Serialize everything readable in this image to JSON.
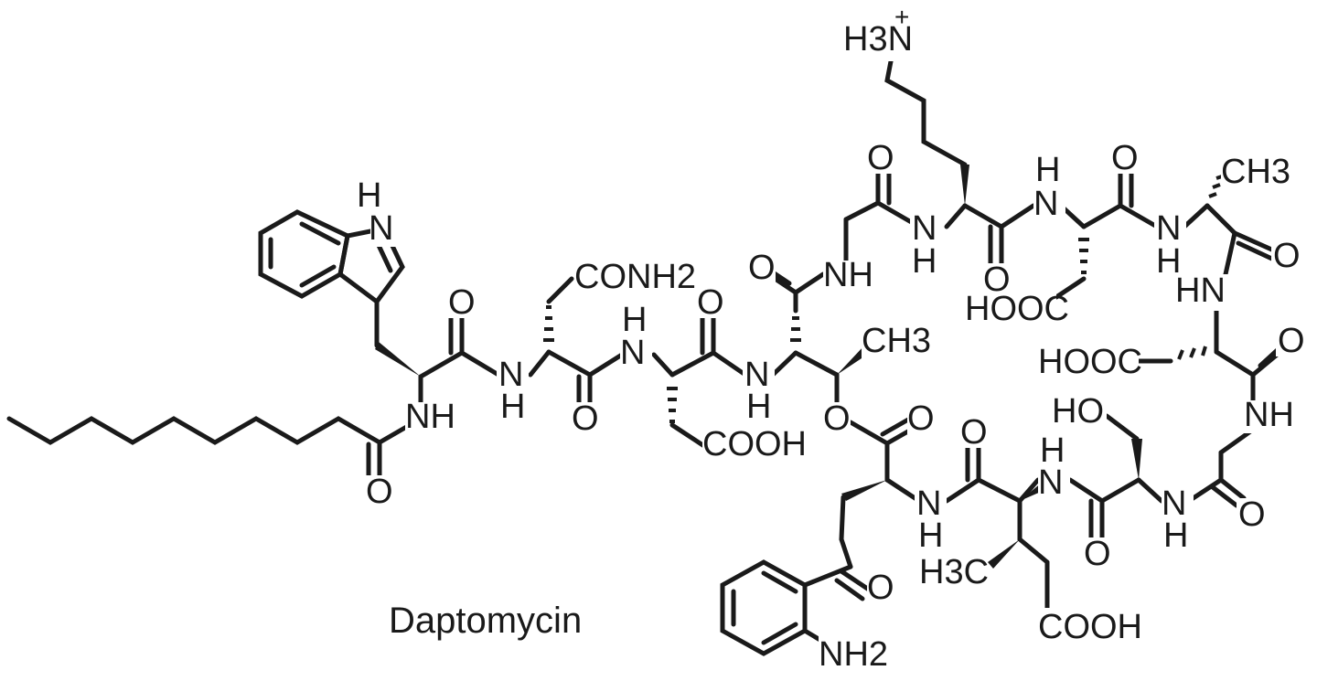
{
  "molecule": {
    "caption": "Daptomycin"
  },
  "labels": {
    "h3n": "H3N",
    "plus": "+",
    "indole_h": "H",
    "indole_n": "N",
    "conh2": "CONH2",
    "o1": "O",
    "o2": "O",
    "o3": "O",
    "o4": "O",
    "o5": "O",
    "o6": "O",
    "o7": "O",
    "o8": "O",
    "o9": "O",
    "o10": "O",
    "o11": "O",
    "o12": "O",
    "o13": "O",
    "o14": "O",
    "o15": "O",
    "nh_gly": "NH",
    "nh_orn_h": "N",
    "nh_orn_h2": "H",
    "nh_asp2_h": "H",
    "nh_asp2_n": "N",
    "nh_ala_h": "N",
    "nh_ala_h2": "H",
    "ch3_ala": "CH3",
    "hn_asp3": "HN",
    "hooc_1": "HOOC",
    "hooc_2": "HOOC",
    "nh_gly2": "NH",
    "ho_ser": "HO",
    "n_ser": "N",
    "h_ser": "H",
    "n_dser": "N",
    "h_dser": "H",
    "n_kyn_h": "N",
    "h_kyn_h": "H",
    "nh_trp": "NH",
    "nh_asn_n": "N",
    "nh_asn_h": "H",
    "nh_asp_h": "H",
    "nh_asp_n": "N",
    "nh_thr_n": "N",
    "nh_thr_h": "H",
    "ch3_thr": "CH3",
    "cooh_1": "COOH",
    "cooh_2": "COOH",
    "h3c_mglu": "H3C",
    "nh2": "NH2"
  }
}
